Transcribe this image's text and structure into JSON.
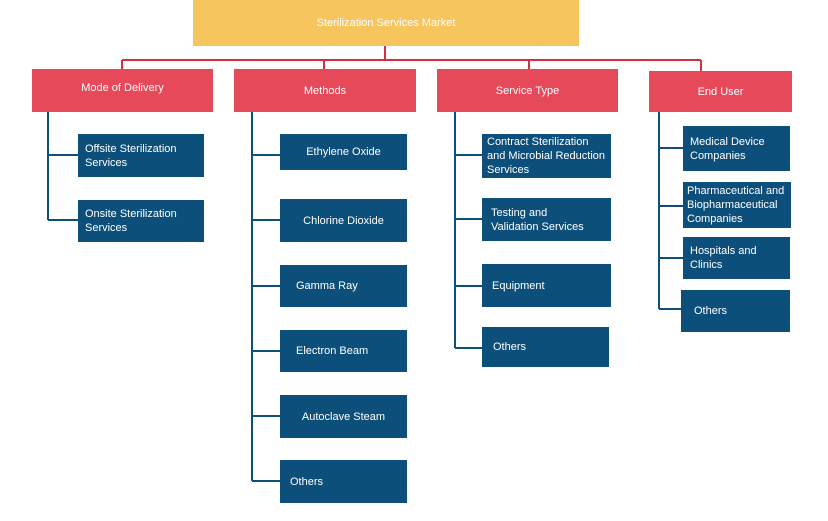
{
  "root": {
    "label": "Sterilization Services Market"
  },
  "categories": [
    {
      "label": "Mode of Delivery",
      "items": [
        "Offsite Sterilization\nServices",
        "Onsite Sterilization\nServices"
      ]
    },
    {
      "label": "Methods",
      "items": [
        "Ethylene Oxide",
        "Chlorine Dioxide",
        "Gamma Ray",
        "Electron Beam",
        "Autoclave Steam",
        "Others"
      ]
    },
    {
      "label": "Service Type",
      "items": [
        "Contract Sterilization\nand Microbial Reduction\nServices",
        "Testing and\nValidation Services",
        "Equipment",
        "Others"
      ]
    },
    {
      "label": "End User",
      "items": [
        "Medical Device\nCompanies",
        "Pharmaceutical and\nBiopharmaceutical\nCompanies",
        "Hospitals and\nClinics",
        "Others"
      ]
    }
  ],
  "colors": {
    "root": "#f7c55e",
    "category": "#e5495a",
    "item": "#0d4f7b",
    "connector_root": "#d6303f",
    "connector_item": "#0d4f7b"
  }
}
